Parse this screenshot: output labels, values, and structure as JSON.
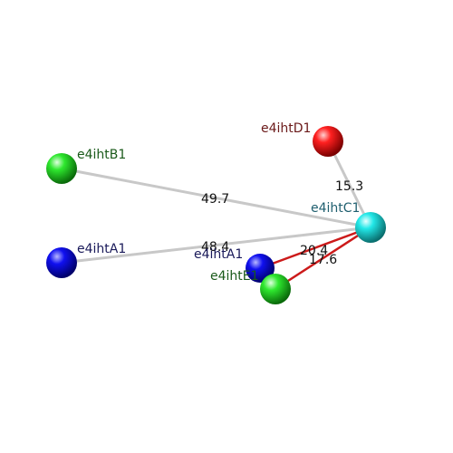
{
  "nodes": [
    {
      "id": "D1",
      "label": "e4ihtD1",
      "color": "#ff0000",
      "label_color": "#6b1a1a"
    },
    {
      "id": "B1",
      "label": "e4ihtB1",
      "color": "#22dd22",
      "label_color": "#1a5a1a"
    },
    {
      "id": "C1",
      "label": "e4ihtC1",
      "color": "#22e5e5",
      "label_color": "#1f5f6f"
    },
    {
      "id": "A1_left",
      "label": "e4ihtA1",
      "color": "#0000ee",
      "label_color": "#1a1a5a"
    },
    {
      "id": "A1_mid",
      "label": "e4ihtA1",
      "color": "#0000ee",
      "label_color": "#1a1a5a"
    },
    {
      "id": "E1",
      "label": "e4ihtE1",
      "color": "#22dd22",
      "label_color": "#1a5a1a"
    }
  ],
  "edges": [
    {
      "from": "B1",
      "to": "C1",
      "label": "49.7",
      "color": "#c8c8c8"
    },
    {
      "from": "A1_left",
      "to": "C1",
      "label": "48.4",
      "color": "#c8c8c8"
    },
    {
      "from": "D1",
      "to": "C1",
      "label": "15.3",
      "color": "#c8c8c8"
    },
    {
      "from": "A1_mid",
      "to": "C1",
      "label": "20.4",
      "color": "#cc1a1a"
    },
    {
      "from": "E1",
      "to": "C1",
      "label": "17.6",
      "color": "#cc1a1a"
    }
  ]
}
